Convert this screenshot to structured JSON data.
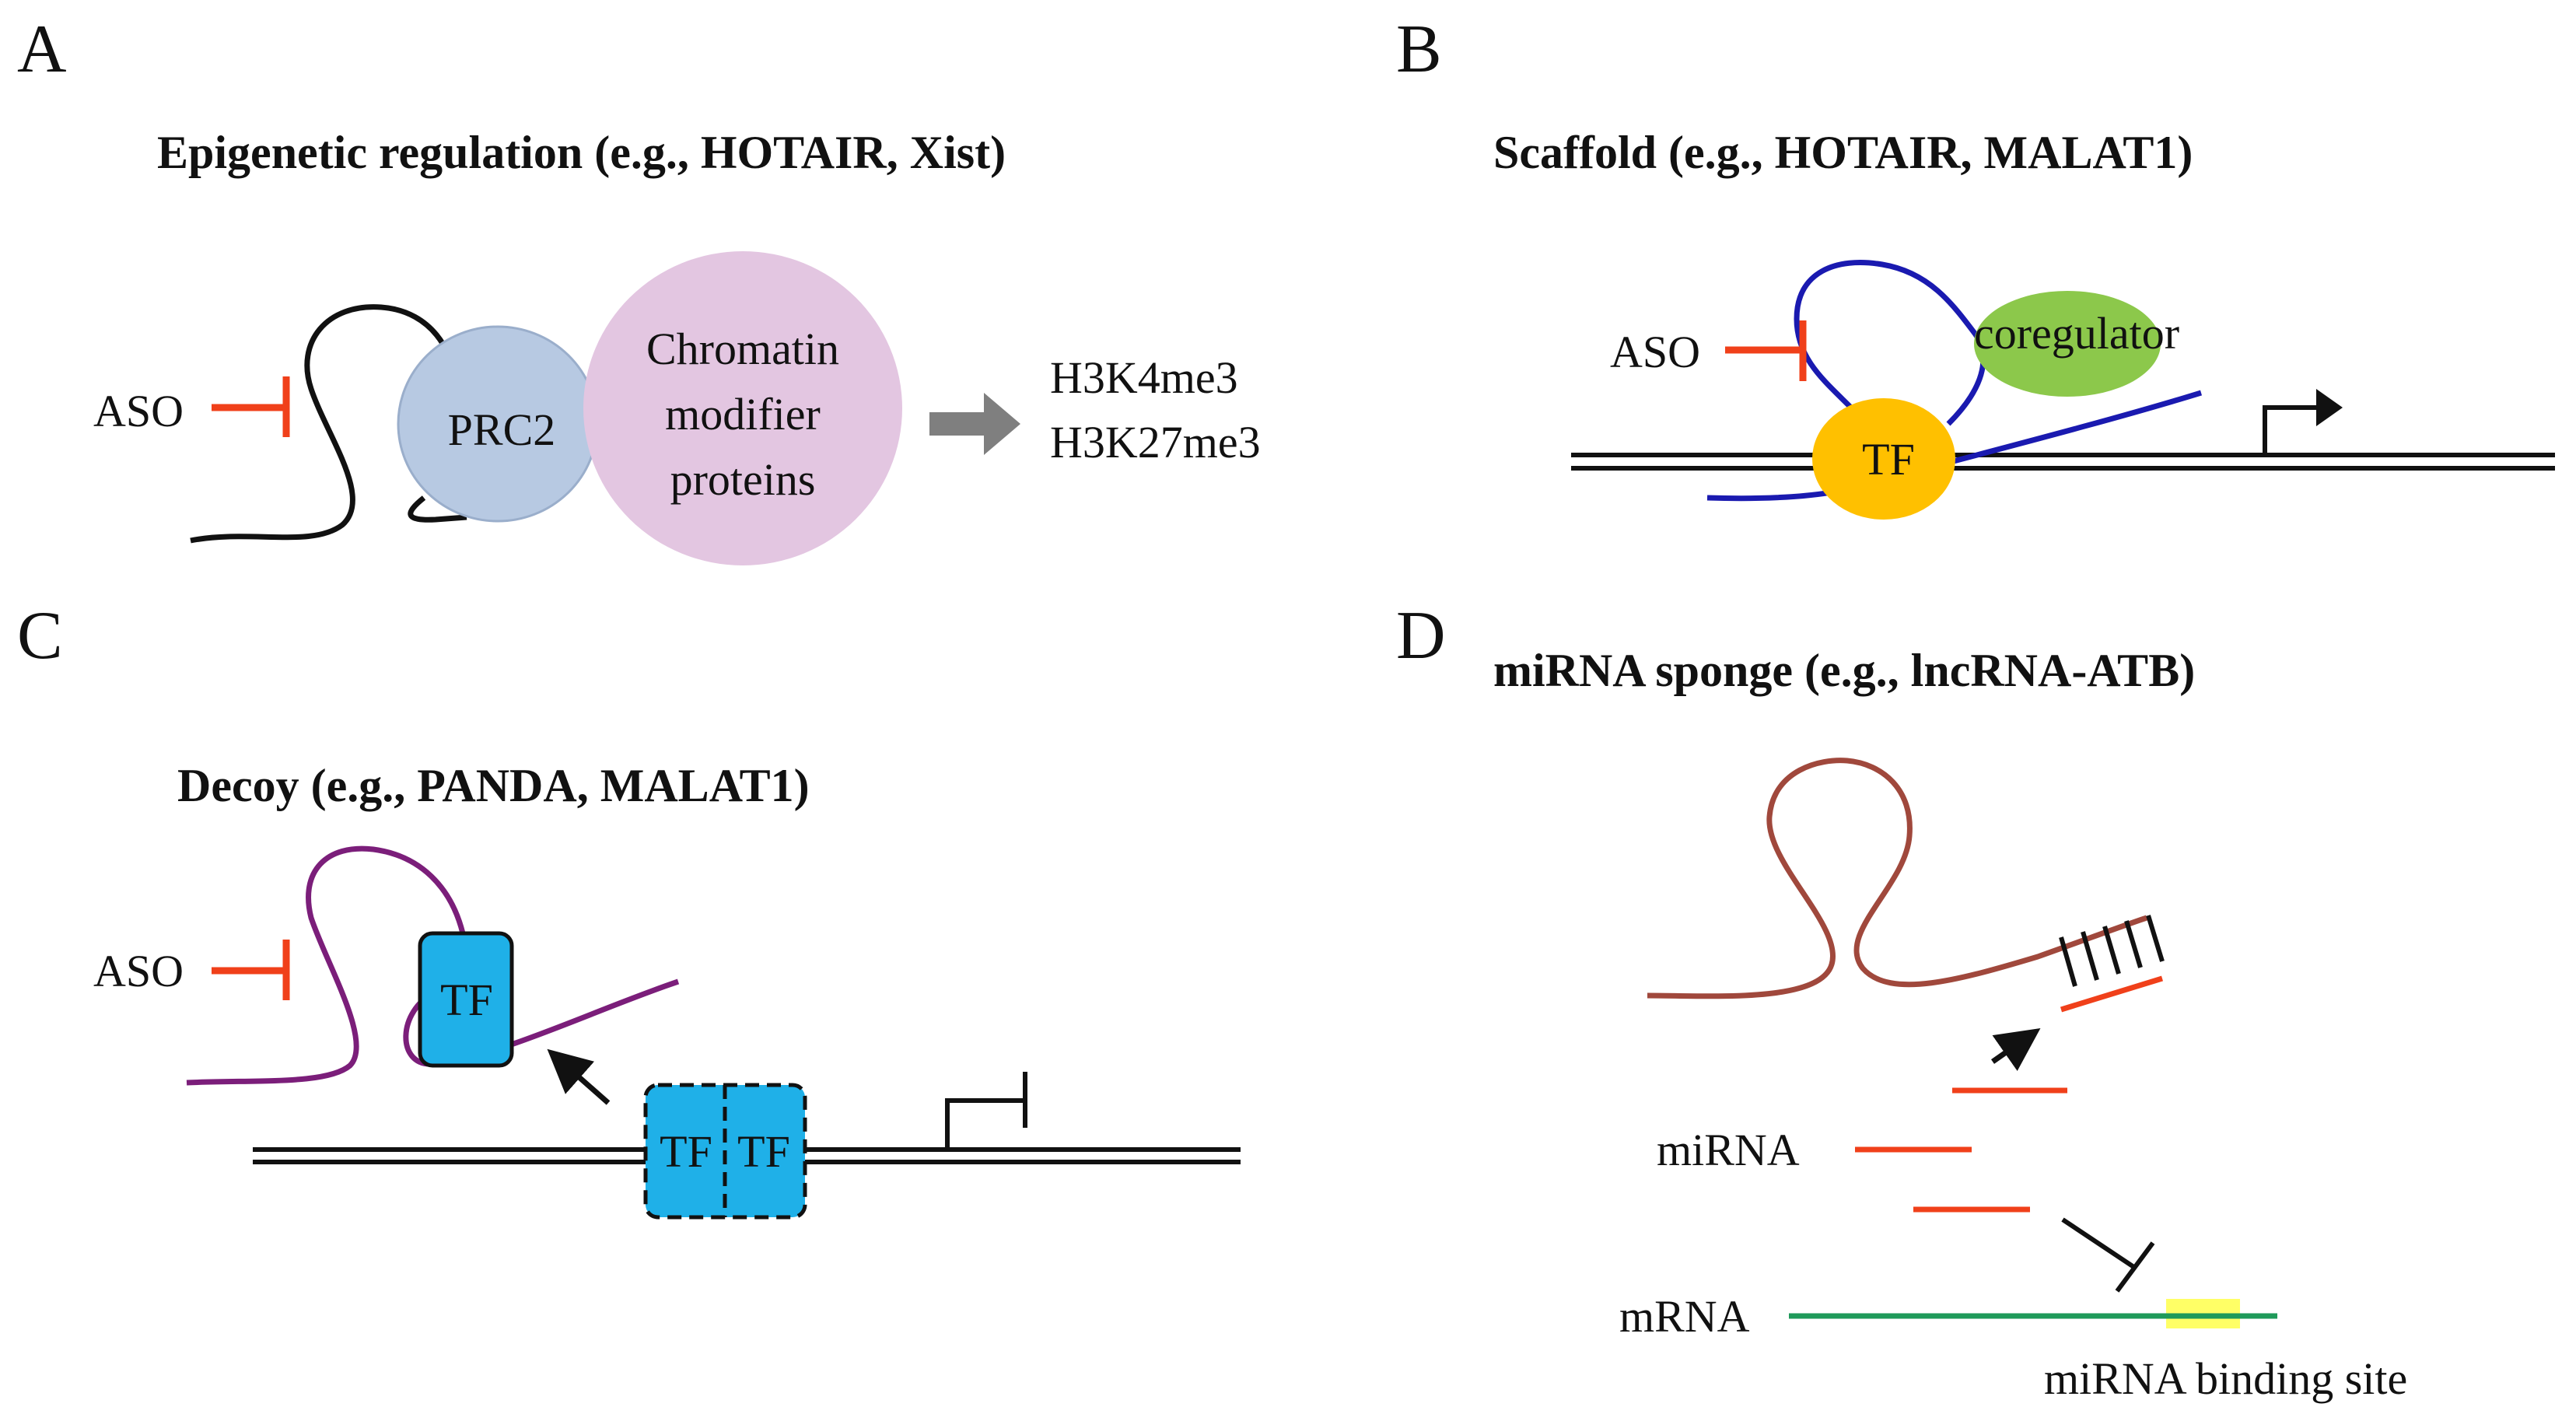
{
  "panels": {
    "a": {
      "letter": "A",
      "title": "Epigenetic regulation (e.g., HOTAIR, Xist)",
      "aso": "ASO",
      "prc2": "PRC2",
      "modifier_lines": [
        "Chromatin",
        "modifier",
        "proteins"
      ],
      "marks": [
        "H3K4me3",
        "H3K27me3"
      ]
    },
    "b": {
      "letter": "B",
      "title": "Scaffold (e.g., HOTAIR, MALAT1)",
      "aso": "ASO",
      "coregulator": "coregulator",
      "tf": "TF"
    },
    "c": {
      "letter": "C",
      "title": "Decoy (e.g., PANDA, MALAT1)",
      "aso": "ASO",
      "tf_bound": "TF",
      "tf_promoter_1": "TF",
      "tf_promoter_2": "TF"
    },
    "d": {
      "letter": "D",
      "title": "miRNA sponge (e.g., lncRNA-ATB)",
      "mirna": "miRNA",
      "mrna": "mRNA",
      "binding_site": "miRNA binding site"
    }
  },
  "colors": {
    "aso": "#f0401a",
    "prc2": "#b7c9e2",
    "chromatin_modifier": "#e3c6e1",
    "arrow_gray": "#7f7f7f",
    "scaffold_rna": "#1a1ab0",
    "coregulator": "#8cc84b",
    "tf_b": "#ffc000",
    "decoy_rna": "#7b1e7a",
    "tf_c": "#1fb0e8",
    "sponge_rna": "#a0483c",
    "mirna": "#f0401a",
    "mrna": "#1f9a5a",
    "binding_site": "#ffff66"
  }
}
